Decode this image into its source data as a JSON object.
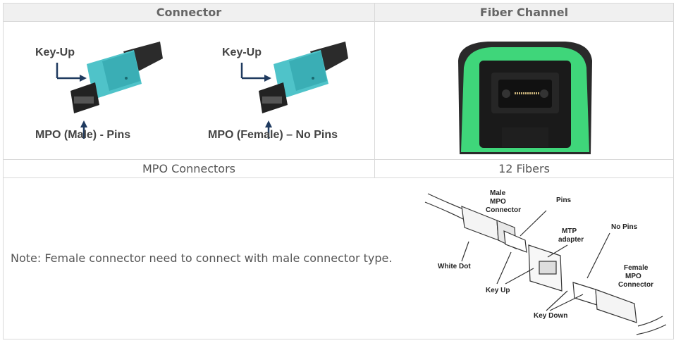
{
  "headers": {
    "connector": "Connector",
    "fiber_channel": "Fiber Channel"
  },
  "connector_images": {
    "male": {
      "key_label": "Key-Up",
      "caption": "MPO (Male)  - Pins"
    },
    "female": {
      "key_label": "Key-Up",
      "caption": "MPO (Female) – No Pins"
    }
  },
  "captions": {
    "connector": "MPO Connectors",
    "fiber": "12 Fibers"
  },
  "note": "Note: Female connector need to connect with male connector type.",
  "diagram": {
    "male_connector": [
      "Male",
      "MPO",
      "Connector"
    ],
    "pins": "Pins",
    "mtp_adapter": [
      "MTP",
      "adapter"
    ],
    "no_pins": "No Pins",
    "female_connector": [
      "Female",
      "MPO",
      "Connector"
    ],
    "white_dot": "White Dot",
    "key_up": "Key Up",
    "key_down": "Key Down"
  },
  "colors": {
    "connector_body": "#4fc3c9",
    "adapter_green": "#3fd67a",
    "arrow_navy": "#1f3a5f"
  }
}
